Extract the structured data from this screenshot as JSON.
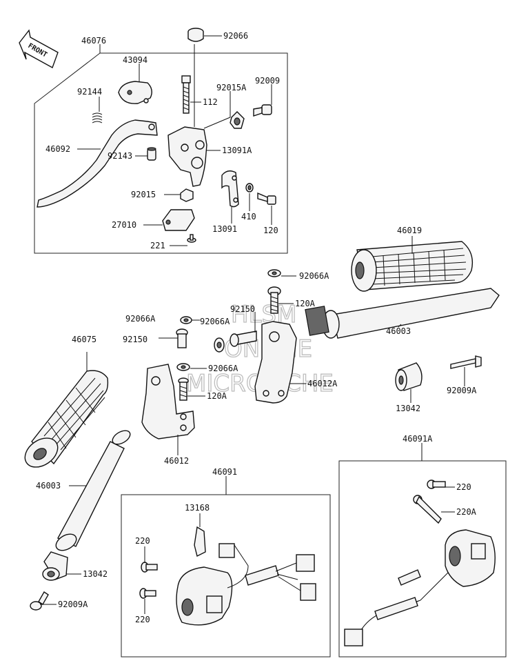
{
  "watermark": [
    "HLSM",
    "ONLINE",
    "MICROFICHE"
  ],
  "front_arrow_label": "FRONT",
  "labels": {
    "l46076": "46076",
    "l43094": "43094",
    "l92066_top": "92066",
    "l92144": "92144",
    "l112": "112",
    "l92015A": "92015A",
    "l92009": "92009",
    "l46092": "46092",
    "l92143": "92143",
    "l13091A": "13091A",
    "l92015": "92015",
    "l410": "410",
    "l13091": "13091",
    "l120": "120",
    "l27010": "27010",
    "l221": "221",
    "l46019": "46019",
    "l92066A_a": "92066A",
    "l120A_a": "120A",
    "l92150_a": "92150",
    "l92066A_b": "92066A",
    "l92066A_c": "92066A",
    "l92150_b": "92150",
    "l46003_a": "46003",
    "l46075": "46075",
    "l92066A_d": "92066A",
    "l46012A": "46012A",
    "l120A_b": "120A",
    "l13042_a": "13042",
    "l92009A_a": "92009A",
    "l46012": "46012",
    "l46091A": "46091A",
    "l46091": "46091",
    "l46003_b": "46003",
    "l13168": "13168",
    "l220_a": "220",
    "l220A": "220A",
    "l13042_b": "13042",
    "l220_b": "220",
    "l220_c": "220",
    "l92009A_b": "92009A"
  }
}
